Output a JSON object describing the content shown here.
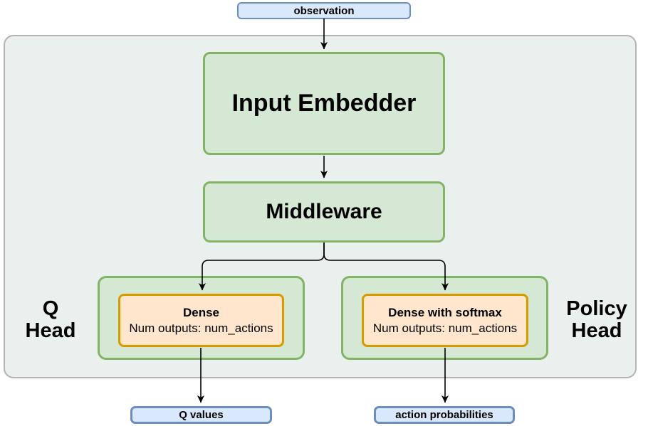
{
  "nodes": {
    "observation": {
      "label": "observation"
    },
    "input_embedder": {
      "label": "Input Embedder"
    },
    "middleware": {
      "label": "Middleware"
    },
    "q_head_label": {
      "line1": "Q",
      "line2": "Head"
    },
    "policy_head_label": {
      "line1": "Policy",
      "line2": "Head"
    },
    "q_dense": {
      "title": "Dense",
      "subtitle": "Num outputs: num_actions"
    },
    "policy_dense": {
      "title": "Dense with softmax",
      "subtitle": "Num outputs: num_actions"
    },
    "q_values": {
      "label": "Q values"
    },
    "action_probabilities": {
      "label": "action probabilities"
    }
  },
  "colors": {
    "blue_fill": "#dae8fc",
    "blue_border": "#6c8ebf",
    "green_fill": "#d5e8d4",
    "green_border": "#82b366",
    "orange_fill": "#ffe6cc",
    "orange_border": "#d79b00",
    "container_fill": "#e9f0ed",
    "container_border": "#b3b3b3",
    "edge_color": "#000000"
  }
}
